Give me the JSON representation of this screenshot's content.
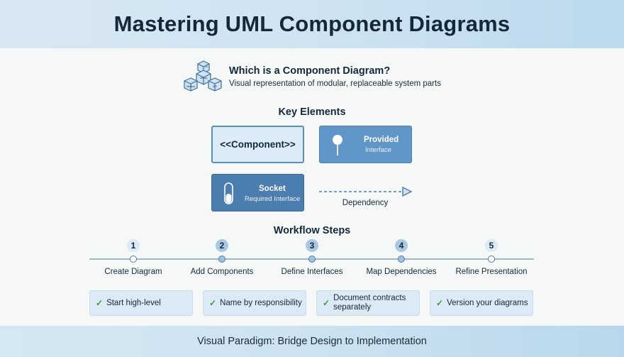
{
  "header": {
    "title": "Mastering UML Component Diagrams"
  },
  "intro": {
    "title": "Which is a Component Diagram?",
    "subtitle": "Visual representation of modular, replaceable system parts",
    "icon_labels": [
      "Library",
      "Module",
      "API",
      "UI"
    ]
  },
  "key_elements": {
    "title": "Key Elements",
    "component": "<<Component>>",
    "provided": {
      "title": "Provided",
      "subtitle": "Interface"
    },
    "socket": {
      "title": "Socket",
      "subtitle": "Required Interface"
    },
    "dependency": "Dependency"
  },
  "workflow": {
    "title": "Workflow Steps",
    "steps": [
      {
        "number": "1",
        "label": "Create Diagram"
      },
      {
        "number": "2",
        "label": "Add Components"
      },
      {
        "number": "3",
        "label": "Define Interfaces"
      },
      {
        "number": "4",
        "label": "Map Dependencies"
      },
      {
        "number": "5",
        "label": "Refine Presentation"
      }
    ]
  },
  "tips": [
    "Start high-level",
    "Name by responsibility",
    "Document contracts separately",
    "Version your diagrams"
  ],
  "footer": {
    "text": "Visual Paradigm: Bridge Design to Implementation"
  },
  "colors": {
    "accent": "#5b8fba",
    "provided_bg": "#6197c8",
    "socket_bg": "#4b7dae",
    "check": "#3c9a3c"
  }
}
